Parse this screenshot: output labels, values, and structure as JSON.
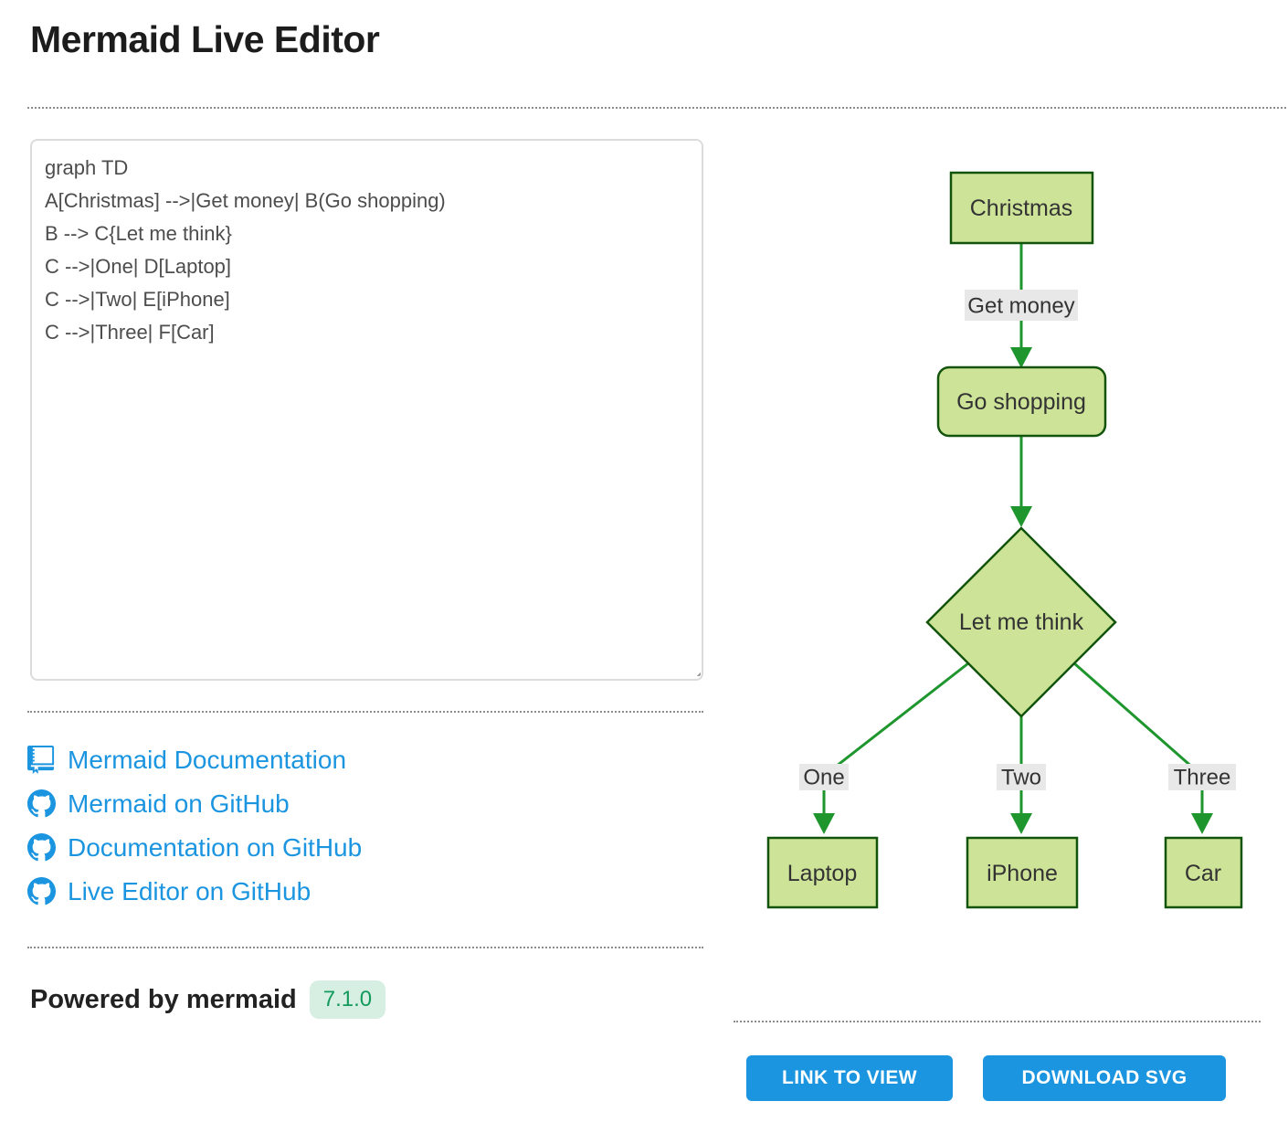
{
  "header": {
    "title": "Mermaid Live Editor"
  },
  "editor": {
    "code": "graph TD\nA[Christmas] -->|Get money| B(Go shopping)\nB --> C{Let me think}\nC -->|One| D[Laptop]\nC -->|Two| E[iPhone]\nC -->|Three| F[Car]"
  },
  "links": [
    {
      "label": "Mermaid Documentation",
      "icon": "book-icon"
    },
    {
      "label": "Mermaid on GitHub",
      "icon": "github-icon"
    },
    {
      "label": "Documentation on GitHub",
      "icon": "github-icon"
    },
    {
      "label": "Live Editor on GitHub",
      "icon": "github-icon"
    }
  ],
  "footer": {
    "powered_by": "Powered by mermaid",
    "version": "7.1.0"
  },
  "actions": [
    {
      "label": "LINK TO VIEW"
    },
    {
      "label": "DOWNLOAD SVG"
    }
  ],
  "diagram": {
    "type": "flowchart",
    "direction": "TD",
    "nodes": [
      {
        "id": "A",
        "label": "Christmas",
        "shape": "rect"
      },
      {
        "id": "B",
        "label": "Go shopping",
        "shape": "rounded-rect"
      },
      {
        "id": "C",
        "label": "Let me think",
        "shape": "diamond"
      },
      {
        "id": "D",
        "label": "Laptop",
        "shape": "rect"
      },
      {
        "id": "E",
        "label": "iPhone",
        "shape": "rect"
      },
      {
        "id": "F",
        "label": "Car",
        "shape": "rect"
      }
    ],
    "edges": [
      {
        "from": "A",
        "to": "B",
        "label": "Get money"
      },
      {
        "from": "B",
        "to": "C",
        "label": ""
      },
      {
        "from": "C",
        "to": "D",
        "label": "One"
      },
      {
        "from": "C",
        "to": "E",
        "label": "Two"
      },
      {
        "from": "C",
        "to": "F",
        "label": "Three"
      }
    ]
  },
  "colors": {
    "accent_blue": "#1b95e0",
    "node_fill": "#cde498",
    "node_border": "#13540c",
    "edge_green": "#1e962d",
    "edge_label_bg": "#e8e8e8",
    "badge_text": "#139a5c",
    "badge_bg": "#d7eee3"
  }
}
